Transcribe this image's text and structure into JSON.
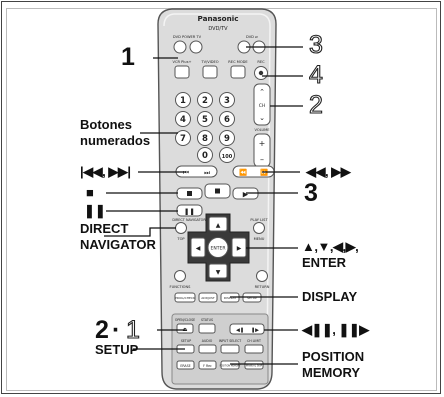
{
  "remote": {
    "brand": "Panasonic",
    "model": "DVD/TV",
    "colors": {
      "body": "#dcdcdc",
      "outline": "#555555",
      "button": "#ffffff",
      "dark_button": "#3a3a3a"
    },
    "button_texts": {
      "dvd_power": "DVD POWER TV",
      "dvd_input": "DVD ⏯",
      "vcr_plus": "VCR Plus+",
      "tv_video": "TV/VIDEO",
      "rec_mode": "REC MODE",
      "rec": "REC",
      "ch": "CH",
      "volume": "VOLUME",
      "num_1": "1",
      "num_2": "2",
      "num_3": "3",
      "num_4": "4",
      "num_5": "5",
      "num_6": "6",
      "num_7": "7",
      "num_8": "8",
      "num_9": "9",
      "num_0": "0",
      "num_100": "100",
      "direct_navigator": "DIRECT NAVIGATOR",
      "top": "TOP",
      "play_list": "PLAY LIST",
      "menu": "MENU",
      "enter": "ENTER",
      "functions": "FUNCTIONS",
      "return": "RETURN",
      "prog_check": "PROG/CHECK",
      "addjust": "ADDJUST",
      "display": "DISPLAY",
      "setup": "SETUP",
      "open_close": "OPEN/CLOSE",
      "status": "STATUS",
      "audio": "AUDIO",
      "input_select": "INPUT SELECT",
      "ch_limit": "CH LIMIT",
      "erase": "ERASE",
      "f_rec": "F Rec",
      "position_memory": "POSITION MEMORY",
      "manual_skip": "MANUAL SKIP"
    }
  },
  "callouts": {
    "step_1": "1",
    "step_3_outline": "3",
    "step_4_outline": "4",
    "step_2_outline": "2",
    "botones_line1": "Botones",
    "botones_line2": "numerados",
    "skip_symbols": "|◀◀, ▶▶|",
    "search_symbols": "◀◀, ▶▶",
    "stop_symbol": "■",
    "step_3_bold": "3",
    "pause_symbol": "❚❚",
    "direct_line1": "DIRECT",
    "direct_line2": "NAVIGATOR",
    "arrows_line1": "▲,▼,◀,▶,",
    "arrows_line2": "ENTER",
    "display": "DISPLAY",
    "step_2_bold": "2",
    "step_2_sep": "·",
    "step_1_outline": "1",
    "frame_symbols": "◀❚❚, ❚❚▶",
    "setup": "SETUP",
    "position_line1": "POSITION",
    "position_line2": "MEMORY"
  }
}
